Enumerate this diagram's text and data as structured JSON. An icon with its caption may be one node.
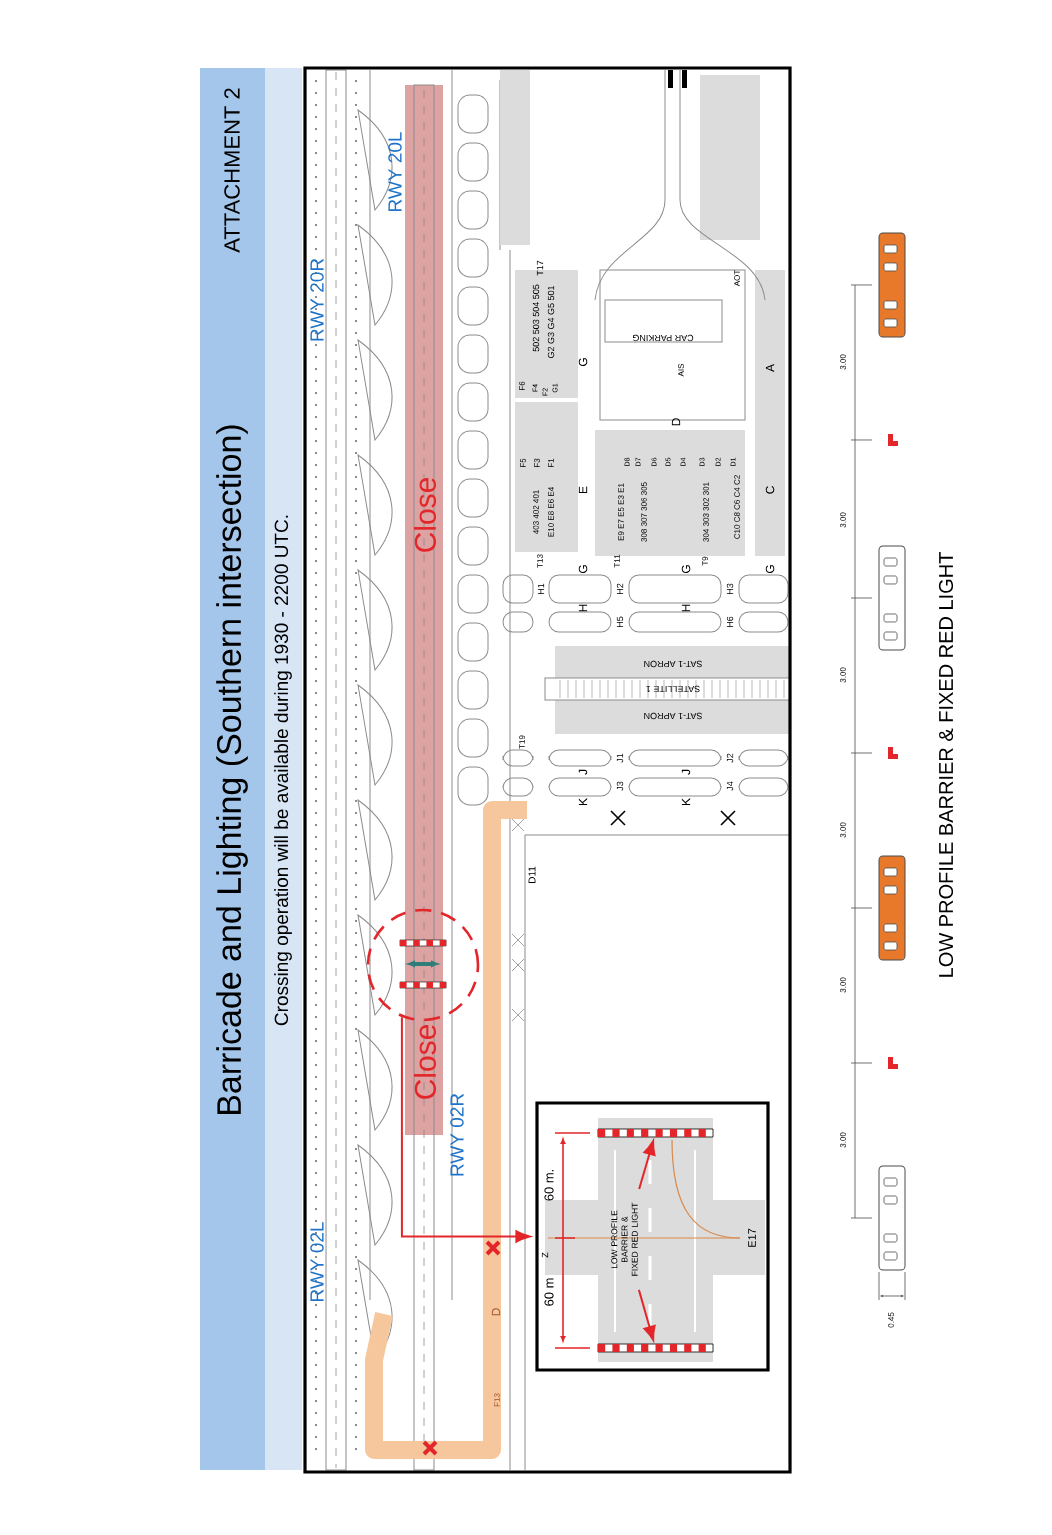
{
  "diagram": {
    "title": "Barricade and Lighting (Southern intersection)",
    "nodes": [
      {
        "text": [],
        "shape": "circle"
      },
      {
        "text": [],
        "shape": "box"
      },
      {
        "text": [
          "LOW PROFILE BARRIER & FIXED RED LIGHT"
        ],
        "in": 1
      },
      {
        "text": [],
        "shape": "bar",
        "in": 1
      },
      {
        "text": [],
        "shape": "bar",
        "in": 1
      }
    ],
    "edges": [
      {
        "from": 0,
        "to": 1,
        "arrow": "to"
      },
      {
        "from": 2,
        "to": 3,
        "arrow": "to"
      },
      {
        "from": 2,
        "to": 4,
        "arrow": "to"
      }
    ],
    "labels": [
      "ATTACHMENT 2",
      "Crossing operation will be available during 1930 - 2200 UTC.",
      "RWY 20R",
      "RWY 20L",
      "Close",
      "Close",
      "RWY 02R",
      "RWY 02L",
      "T17",
      "502 503 504 505",
      "G2 G3 G4 G5 501",
      "F6",
      "F4",
      "F2",
      "G1",
      "G",
      "CAR PARKING",
      "AIS",
      "AOT",
      "A",
      "D",
      "F5",
      "F3",
      "F1",
      "403 402 401",
      "E10 E8 E6 E4",
      "E",
      "E9 E7 E5 E3 E1",
      "D8",
      "D7",
      "D6",
      "D5",
      "D4",
      "D3",
      "D2",
      "D1",
      "308 307 306 305",
      "304 303 302 301",
      "C10 C8 C6 C4 C2",
      "C",
      "T13",
      "G",
      "T11",
      "G",
      "T9",
      "G",
      "H1",
      "H2",
      "H3",
      "H",
      "H",
      "H5",
      "H6",
      "SAT-1 APRON",
      "SATELLITE 1",
      "SAT-1 APRON",
      "T19",
      "J1",
      "J2",
      "J",
      "J",
      "J3",
      "J4",
      "K",
      "K",
      "D11",
      "D",
      "F13",
      "60 m.",
      "Z",
      "60 m",
      "E17",
      "3.00",
      "3.00",
      "3.00",
      "3.00",
      "3.00",
      "3.00",
      "0.45",
      "LOW PROFILE BARRIER & FIXED RED LIGHT"
    ]
  }
}
